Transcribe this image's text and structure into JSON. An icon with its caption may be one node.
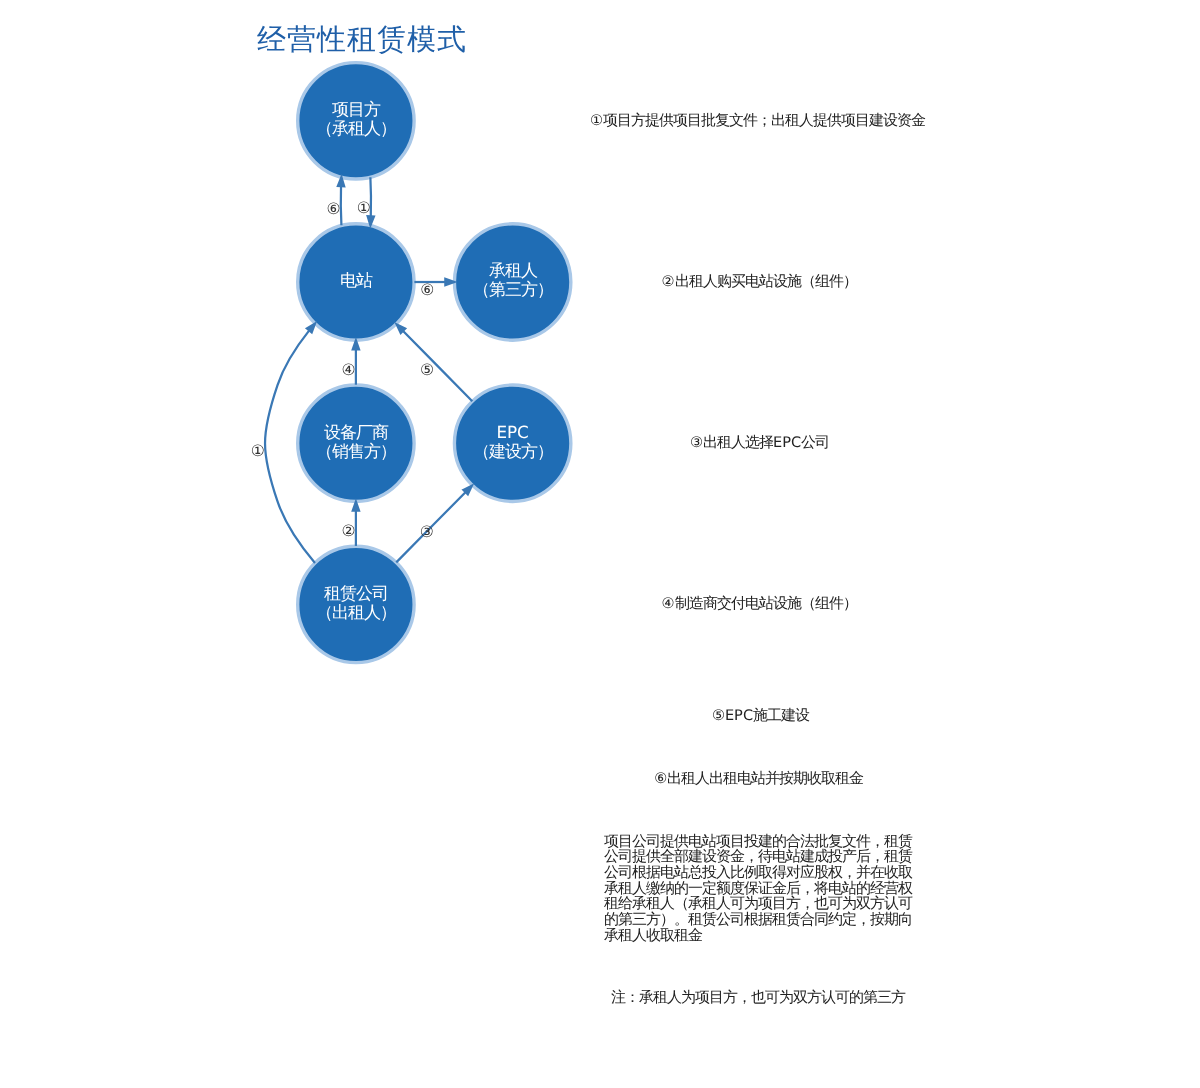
{
  "diagram": {
    "title": "经营性租赁模式",
    "nodes": [
      {
        "text": [
          "项目方（承租人）"
        ]
      },
      {
        "text": [
          "电站"
        ]
      },
      {
        "text": [
          "承租人（第三方）"
        ]
      },
      {
        "text": [
          "设备厂商（销售方）"
        ]
      },
      {
        "text": [
          "EPC（建设方）"
        ]
      },
      {
        "text": [
          "租赁公司（出租人）"
        ]
      }
    ],
    "edges": [
      {
        "from": 0,
        "to": 1,
        "arrow": "to",
        "label": "①"
      },
      {
        "from": 1,
        "to": 0,
        "arrow": "to",
        "label": "⑥"
      },
      {
        "from": 1,
        "to": 2,
        "arrow": "to",
        "label": "⑥"
      },
      {
        "from": 3,
        "to": 1,
        "arrow": "to",
        "label": "④"
      },
      {
        "from": 4,
        "to": 1,
        "arrow": "to",
        "label": "⑤"
      },
      {
        "from": 5,
        "to": 1,
        "arrow": "to",
        "label": "①"
      },
      {
        "from": 5,
        "to": 3,
        "arrow": "to",
        "label": "②"
      },
      {
        "from": 5,
        "to": 4,
        "arrow": "to",
        "label": "③"
      }
    ],
    "labels": [
      "①项目方提供项目批复文件；出租人提供项目建设资金",
      "②出租人购买电站设施（组件）",
      "③出租人选择EPC公司",
      "④制造商交付电站设施（组件）",
      "⑤EPC施工建设",
      "⑥出租人出租电站并按期收取租金",
      "项目公司提供电站项目投建的合法批复文件，租赁公司提供全部建设资金，待电站建成投产后，租赁公司根据电站总投入比例取得对应股权，并在收取承租人缴纳的一定额度保证金后，将电站的经营权租给承租人（承租人可为项目方，也可为双方认可的第三方）。租赁公司根据租赁合同约定，按期向承租人收取租金",
      "注：承租人为项目方，也可为双方认可的第三方"
    ]
  }
}
